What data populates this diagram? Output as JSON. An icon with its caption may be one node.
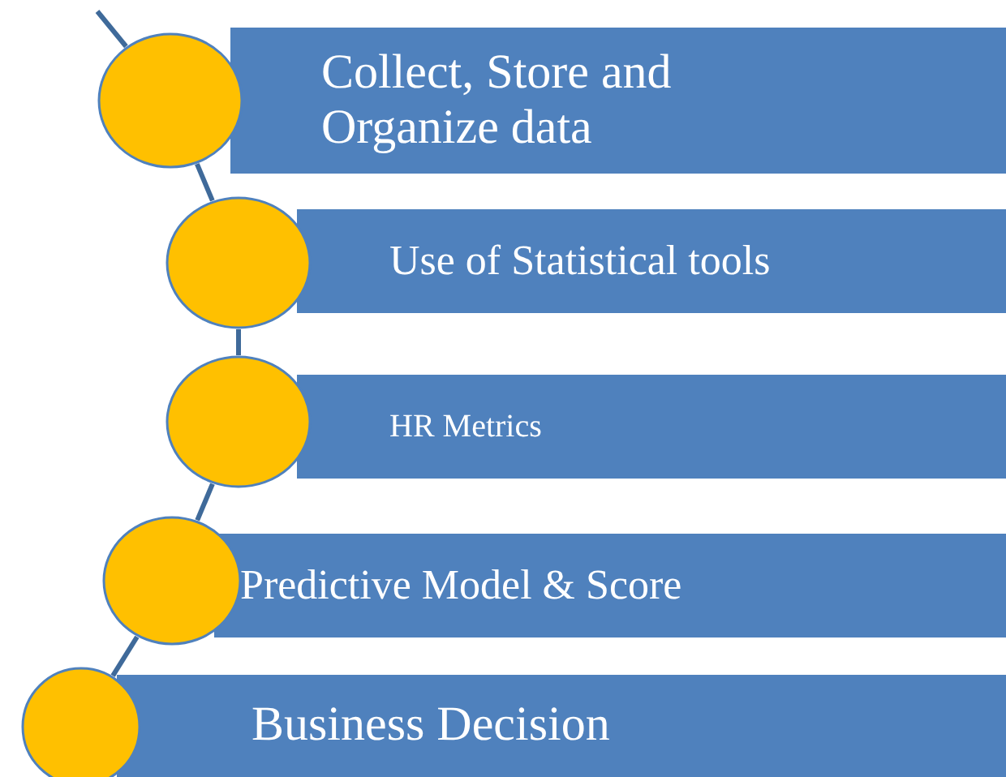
{
  "diagram": {
    "nodes": [
      {
        "text": [
          "Collect,  Store and Organize data"
        ]
      },
      {
        "text": [
          "Use of Statistical tools"
        ]
      },
      {
        "text": [
          "HR Metrics"
        ]
      },
      {
        "text": [
          "Predictive Model & Score"
        ]
      },
      {
        "text": [
          "Business Decision"
        ]
      },
      {
        "text": [],
        "shape": "circle"
      },
      {
        "text": [],
        "shape": "circle"
      },
      {
        "text": [],
        "shape": "circle"
      },
      {
        "text": [],
        "shape": "circle"
      },
      {
        "text": [],
        "shape": "circle"
      }
    ],
    "edges": [
      {
        "from": null,
        "to": 5,
        "arrow": "none"
      },
      {
        "from": 5,
        "to": 6,
        "arrow": "none"
      },
      {
        "from": 6,
        "to": 7,
        "arrow": "none"
      },
      {
        "from": 7,
        "to": 8,
        "arrow": "none"
      },
      {
        "from": 8,
        "to": 9,
        "arrow": "none"
      }
    ]
  }
}
